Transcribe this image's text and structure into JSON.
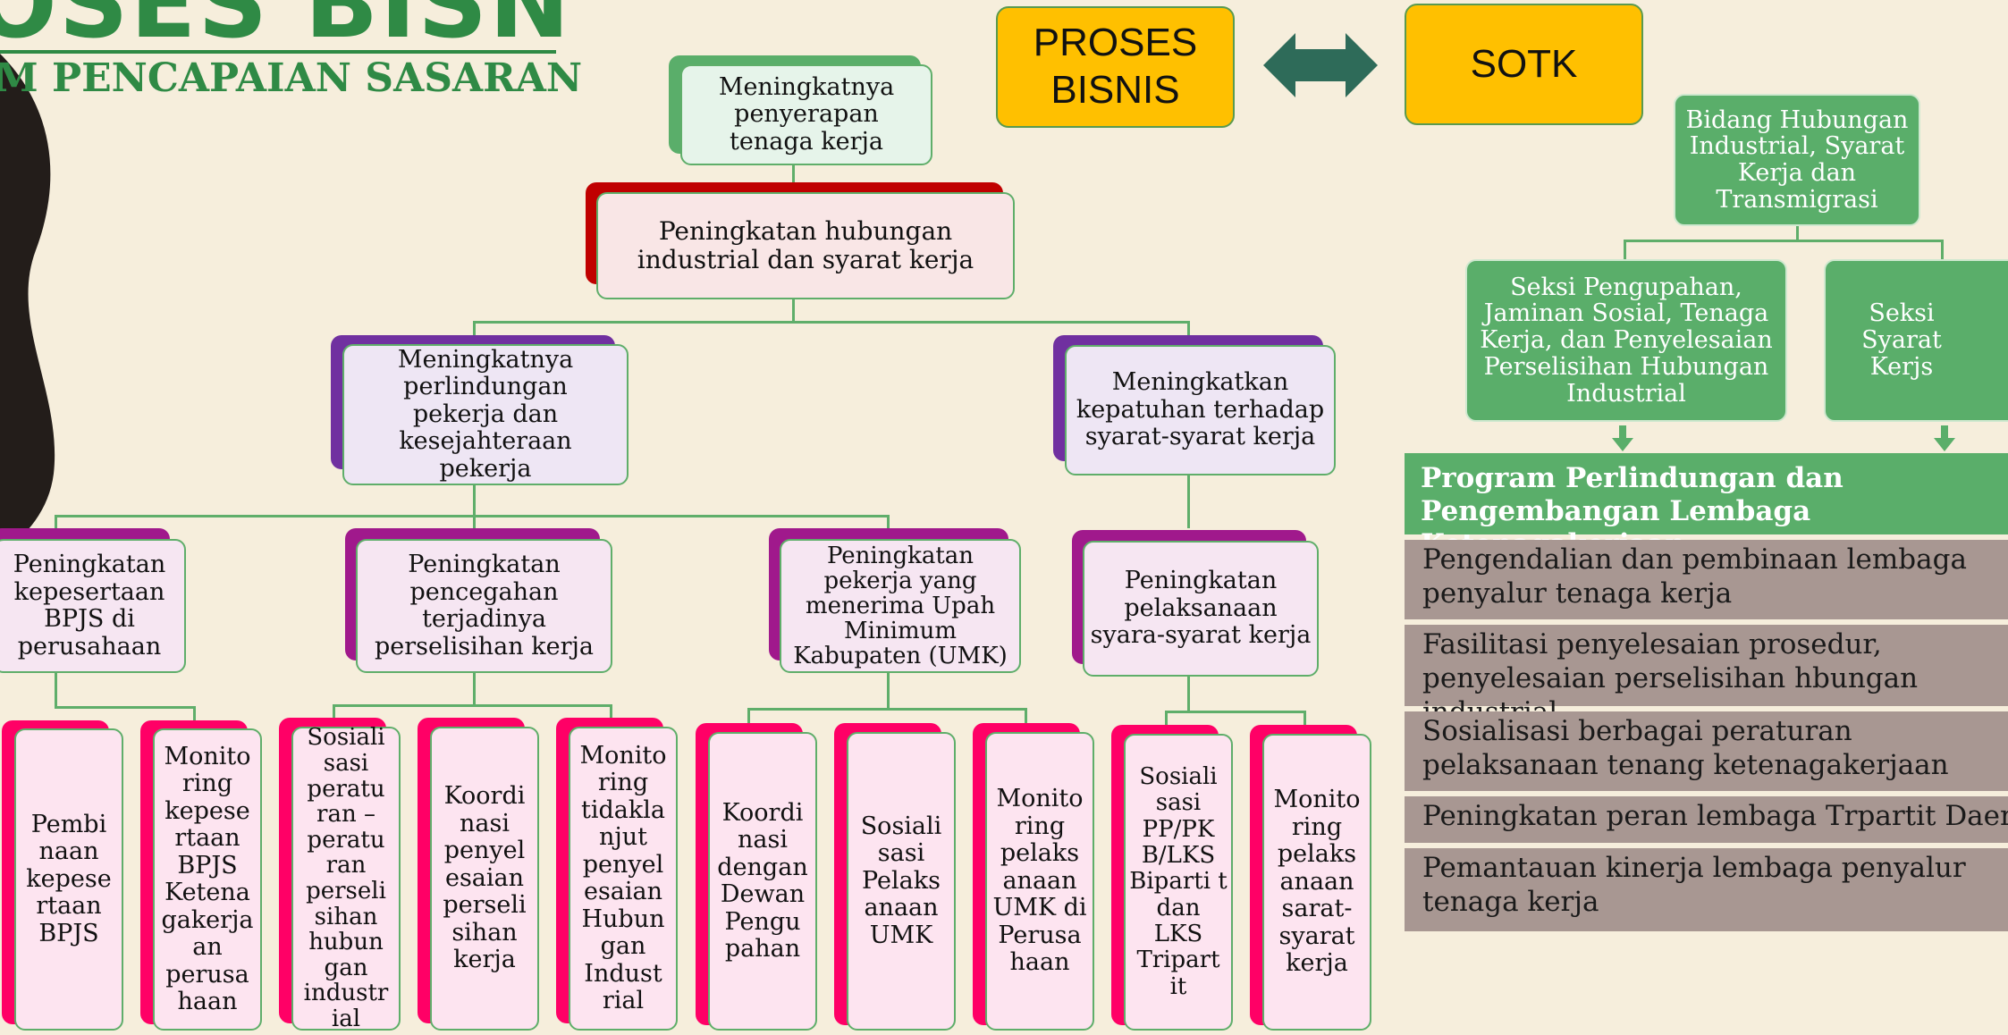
{
  "title": {
    "main": "OSES BISNIS",
    "sub": "M PENCAPAIAN SASARAN"
  },
  "header_boxes": {
    "left": "PROSES BISNIS",
    "right": "SOTK",
    "arrow_icon": "double-arrow-icon"
  },
  "colors": {
    "background": "#f6eedc",
    "green": "#5aae6a",
    "dark_green": "#2f7d4f",
    "yellow": "#ffc000",
    "red": "#c00000",
    "purple": "#7030a0",
    "magenta": "#a0198c",
    "pink": "#ff0066",
    "program_header": "#5aae6a",
    "program_row": "#a89792"
  },
  "tree": {
    "root": "Meningkatnya penyerapan tenaga kerja",
    "level1": "Peningkatan hubungan industrial dan syarat kerja",
    "level2": [
      "Meningkatnya perlindungan pekerja dan kesejahteraan pekerja",
      "Meningkatkan kepatuhan terhadap syarat-syarat kerja"
    ],
    "level3": [
      "Peningkatan kepesertaan BPJS di perusahaan",
      "Peningkatan pencegahan terjadinya perselisihan kerja",
      "Peningkatan pekerja yang menerima Upah Minimum Kabupaten (UMK)",
      "Peningkatan pelaksanaan syara-syarat kerja"
    ],
    "level4": [
      "Pembi naan kepese rtaan BPJS",
      "Monito ring kepese rtaan BPJS Ketena gakerja an perusa haan",
      "Sosiali sasi peratu ran – peratu ran perseli sihan hubun gan industr ial",
      "Koordi nasi penyel esaian perseli sihan kerja",
      "Monito ring tidakla njut penyel esaian Hubun gan Indust rial",
      "Koordi nasi dengan Dewan Pengu pahan",
      "Sosiali sasi Pelaks anaan UMK",
      "Monito ring pelaks anaan UMK di Perusa haan",
      "Sosiali sasi PP/PK B/LKS Biparti t dan LKS Tripart it",
      "Monito ring pelaks anaan sarat-syarat kerja"
    ]
  },
  "sotk": {
    "bidang": "Bidang Hubungan Industrial, Syarat Kerja dan Transmigrasi",
    "seksi": [
      "Seksi Pengupahan, Jaminan Sosial, Tenaga Kerja, dan Penyelesaian Perselisihan Hubungan Industrial",
      "Seksi Syarat Kerjs"
    ]
  },
  "program": {
    "header": "Program Perlindungan dan Pengembangan Lembaga Ketenagakerjaan",
    "rows": [
      "Pengendalian dan pembinaan lembaga penyalur tenaga kerja",
      "Fasilitasi penyelesaian prosedur, penyelesaian perselisihan hbungan industrial",
      "Sosialisasi berbagai peraturan pelaksanaan tenang ketenagakerjaan",
      "Peningkatan peran lembaga Trpartit Daerah",
      "Pemantauan kinerja lembaga penyalur tenaga kerja"
    ]
  }
}
